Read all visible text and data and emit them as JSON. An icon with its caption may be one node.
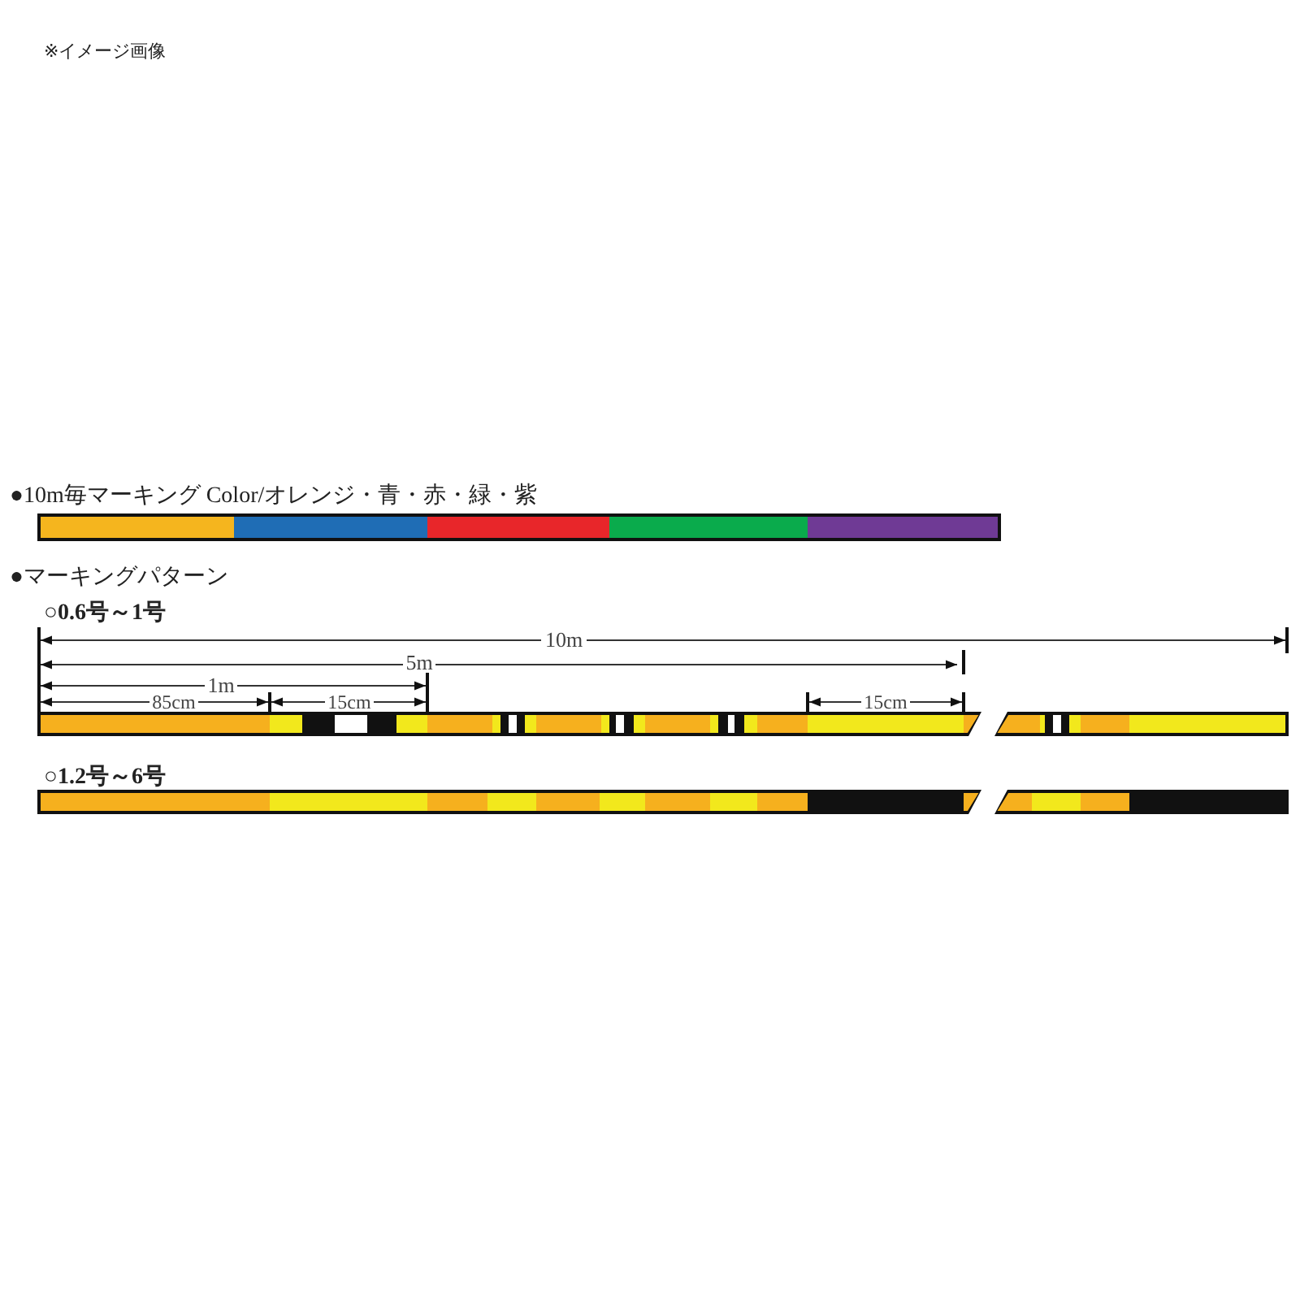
{
  "diagram": {
    "labels": [
      "※イメージ画像",
      "●10m毎マーキング Color/オレンジ・青・赤・緑・紫",
      "●マーキングパターン",
      "○0.6号～1号",
      "10m",
      "5m",
      "1m",
      "85cm",
      "15cm",
      "15cm",
      "○1.2号～6号"
    ]
  }
}
